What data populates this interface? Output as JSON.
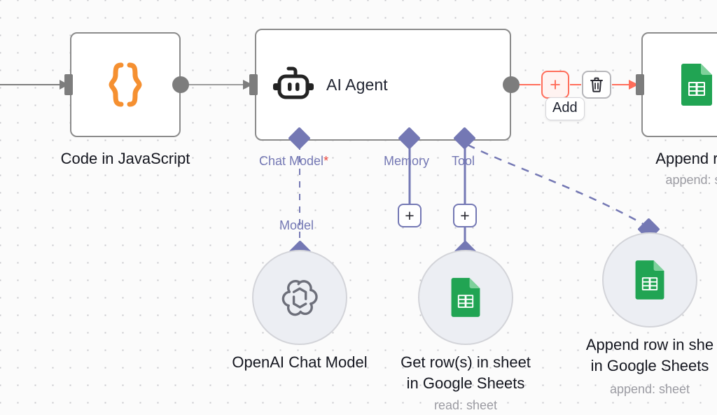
{
  "app": {
    "name": "n8n-workflow-canvas"
  },
  "nodes": [
    {
      "id": "code-js",
      "label": "Code in JavaScript",
      "subtitle": "",
      "icon": "curly-braces-icon",
      "shape": "square"
    },
    {
      "id": "ai-agent",
      "label": "AI Agent",
      "subtitle": "",
      "icon": "robot-icon",
      "shape": "wide"
    },
    {
      "id": "append-row-top",
      "label": "Append row",
      "subtitle": "append: sh",
      "icon": "google-sheets-icon",
      "shape": "square"
    },
    {
      "id": "openai-chat-model",
      "label": "OpenAI Chat Model",
      "subtitle": "",
      "icon": "openai-icon",
      "shape": "circle"
    },
    {
      "id": "get-rows-sheet",
      "label": "Get row(s) in sheet\nin Google Sheets",
      "subtitle": "read: sheet",
      "icon": "google-sheets-icon",
      "shape": "circle"
    },
    {
      "id": "append-row-sheet",
      "label": "Append row in she\nin Google Sheets",
      "subtitle": "append: sheet",
      "icon": "google-sheets-icon",
      "shape": "circle"
    }
  ],
  "connector_labels": {
    "chat_model": "Chat Model",
    "chat_model_required_marker": "*",
    "memory": "Memory",
    "tool": "Tool",
    "model": "Model"
  },
  "toolbar": {
    "add_plus_label": "+",
    "add_tooltip": "Add",
    "delete_icon": "trash-icon",
    "memory_plus_label": "+",
    "tool_plus_label": "+"
  },
  "colors": {
    "canvas_background": "#fbfbfb",
    "grid_dot": "#c8c8cc",
    "node_border": "#8b8b8b",
    "port_gray": "#7d7d7d",
    "connector_purple": "#7478b4",
    "accent_red": "#ff6d5a",
    "required_star": "#e8453c",
    "code_icon_orange": "#f59031",
    "sheets_green": "#21a453",
    "subtitle_gray": "#9b9ba2"
  }
}
